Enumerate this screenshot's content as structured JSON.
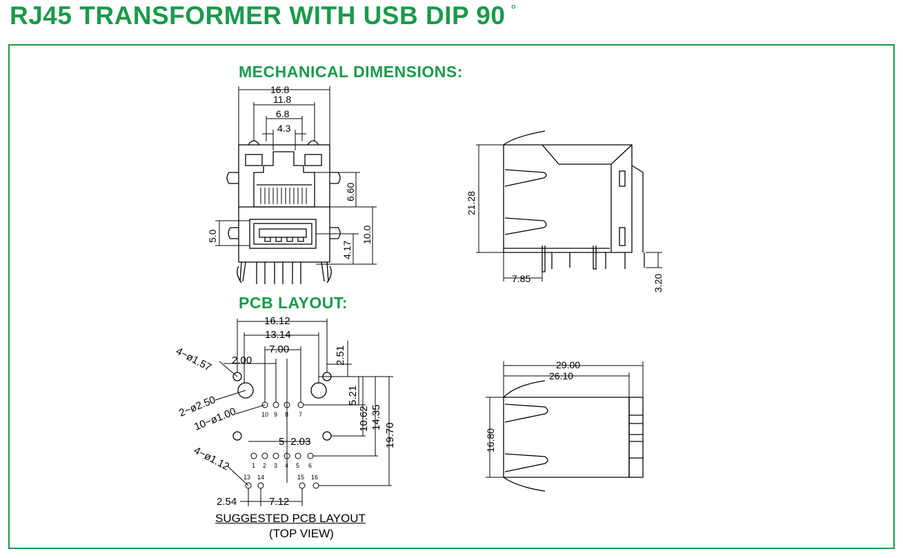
{
  "title": "RJ45 TRANSFORMER WITH USB DIP 90",
  "degree_symbol": "°",
  "sections": {
    "mechanical": "MECHANICAL DIMENSIONS:",
    "pcb": "PCB LAYOUT:"
  },
  "front_view_dims": {
    "w_total": "16.8",
    "w_outer_legs": "11.8",
    "w_jack": "6.8",
    "w_latch": "4.3",
    "h_rj45": "6.60",
    "h_usb": "5.0",
    "h_usb_center": "4.17",
    "h_rj_center": "10.0"
  },
  "side_view_dims": {
    "height": "21.28",
    "pin_offset": "7.85",
    "pin_length": "3.20"
  },
  "top_view_dims": {
    "length": "29.00",
    "length_inner": "26.10",
    "width": "16.80"
  },
  "pcb_dims": {
    "w_total": "16.12",
    "w_holes": "13.14",
    "w_center": "7.00",
    "offset": "2.00",
    "top_offset": "2.51",
    "v1": "5.21",
    "v2": "10.62",
    "v3": "14.35",
    "v4": "19.70",
    "pitch": "5−2.03",
    "bot_left": "2.54",
    "bot_right": "7.12",
    "callout_157": "4−ø1.57",
    "callout_250": "2−ø2.50",
    "callout_100": "10−ø1.00",
    "callout_112": "4−ø1.12"
  },
  "pin_numbers": {
    "usb": [
      "10",
      "9",
      "8",
      "7"
    ],
    "rj": [
      "1",
      "2",
      "3",
      "4",
      "5",
      "6"
    ],
    "led_left": [
      "13",
      "14"
    ],
    "led_right": [
      "15",
      "16"
    ]
  },
  "caption": {
    "line1": "SUGGESTED PCB LAYOUT",
    "line2": "(TOP VIEW)"
  },
  "colors": {
    "brand_green": "#1a9a4a",
    "line": "#000000"
  }
}
